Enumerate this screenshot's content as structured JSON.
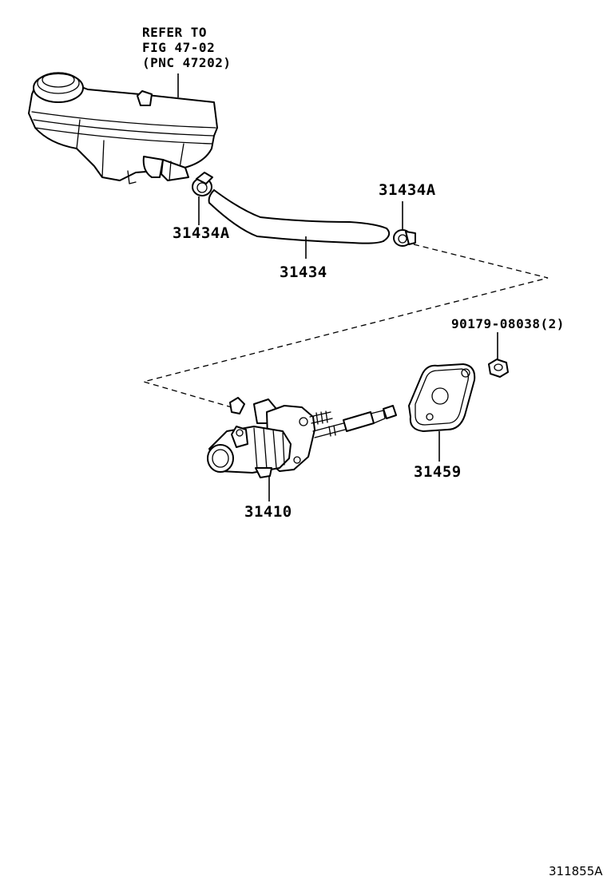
{
  "reference_note": {
    "line1": "REFER TO",
    "line2": "FIG 47-02",
    "line3": "(PNC 47202)"
  },
  "callouts": {
    "clip_left": "31434A",
    "clip_right": "31434A",
    "hose": "31434",
    "nut": "90179-08038(2)",
    "gasket": "31459",
    "master_cylinder": "31410"
  },
  "illustration_id": "311855A"
}
